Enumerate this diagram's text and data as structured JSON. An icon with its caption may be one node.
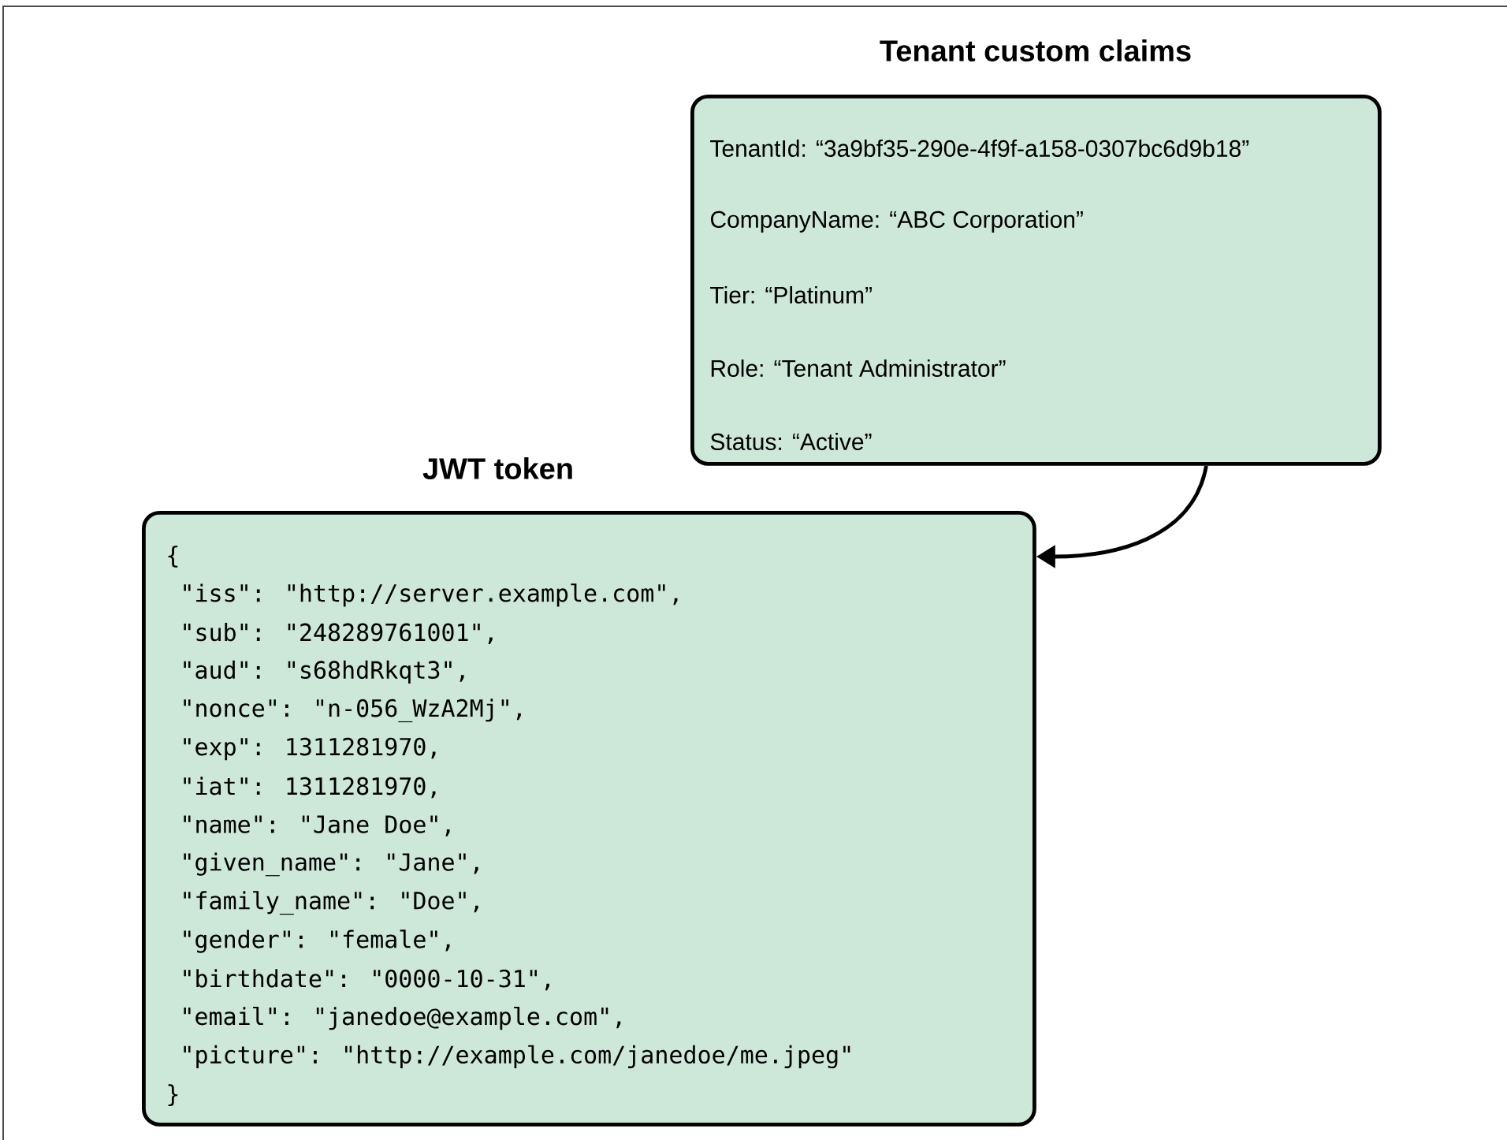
{
  "diagram": {
    "nodes": [
      {
        "text": [
          "Tenant custom claims",
          "TenantId: “3a9bf35-290e-4f9f-a158-0307bc6d9b18”",
          "CompanyName: “ABC Corporation”",
          "Tier: “Platinum”",
          "Role: “Tenant Administrator”",
          "Status: “Active”"
        ]
      },
      {
        "text": [
          "JWT token",
          "{",
          "\"iss\": \"http://server.example.com\",",
          "\"sub\": \"248289761001\",",
          "\"aud\": \"s68hdRkqt3\",",
          "\"nonce\": \"n-056_WzA2Mj\",",
          "\"exp\": 1311281970,",
          "\"iat\": 1311281970,",
          "\"name\": \"Jane Doe\",",
          "\"given_name\": \"Jane\",",
          "\"family_name\": \"Doe\",",
          "\"gender\": \"female\",",
          "\"birthdate\": \"0000-10-31\",",
          "\"email\": \"janedoe@example.com\",",
          "\"picture\": \"http://example.com/janedoe/me.jpeg\"",
          "}"
        ]
      }
    ],
    "edges": [
      {
        "from": 0,
        "to": 1,
        "arrow": "to"
      }
    ]
  }
}
